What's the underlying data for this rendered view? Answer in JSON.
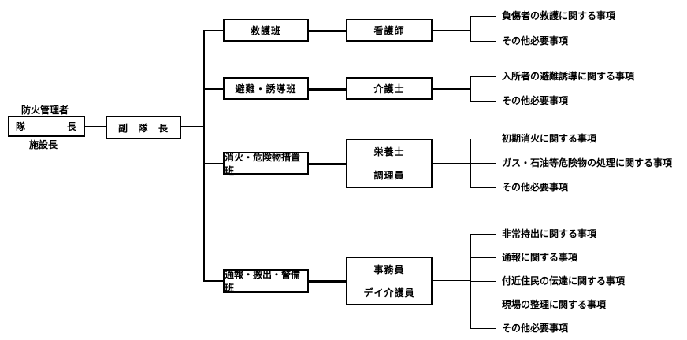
{
  "commander": {
    "top_label": "防火管理者",
    "title_left": "隊",
    "title_right": "長",
    "bottom_label": "施設長"
  },
  "vice": {
    "left": "副",
    "mid": "隊",
    "right": "長"
  },
  "teams": [
    {
      "name": "救護班",
      "staff": [
        "看護師"
      ],
      "duties": [
        "負傷者の救護に関する事項",
        "その他必要事項"
      ]
    },
    {
      "name": "避難・誘導班",
      "staff": [
        "介護士"
      ],
      "duties": [
        "入所者の避難誘導に関する事項",
        "その他必要事項"
      ]
    },
    {
      "name": "消火・危険物措置班",
      "staff": [
        "栄養士",
        "調理員"
      ],
      "duties": [
        "初期消火に関する事項",
        "ガス・石油等危険物の処理に関する事項",
        "その他必要事項"
      ]
    },
    {
      "name": "通報・搬出・警備班",
      "staff": [
        "事務員",
        "デイ介護員"
      ],
      "duties": [
        "非常持出に関する事項",
        "通報に関する事項",
        "付近住民の伝達に関する事項",
        "現場の整理に関する事項",
        "その他必要事項"
      ]
    }
  ]
}
